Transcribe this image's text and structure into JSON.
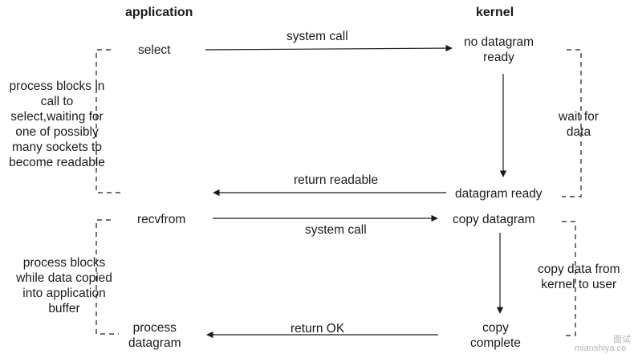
{
  "headers": {
    "application": "application",
    "kernel": "kernel"
  },
  "steps": {
    "select": "select",
    "system_call_1": "system call",
    "no_datagram_ready": "no datagram\nready",
    "wait_for_data": "wait for\ndata",
    "process_blocks_select": "process blocks in\ncall to\nselect,waiting for\none of possibly\nmany sockets to\nbecome readable",
    "return_readable": "return readable",
    "datagram_ready": "datagram ready",
    "recvfrom": "recvfrom",
    "system_call_2": "system call",
    "copy_datagram": "copy datagram",
    "process_blocks_copy": "process blocks\nwhile data copied\ninto application\nbuffer",
    "copy_data_from_kernel": "copy data from\nkernel to user",
    "process_datagram": "process\ndatagram",
    "return_ok": "return OK",
    "copy_complete": "copy\ncomplete"
  },
  "watermark": {
    "line1": "面试",
    "line2": "mianshiya.co"
  }
}
